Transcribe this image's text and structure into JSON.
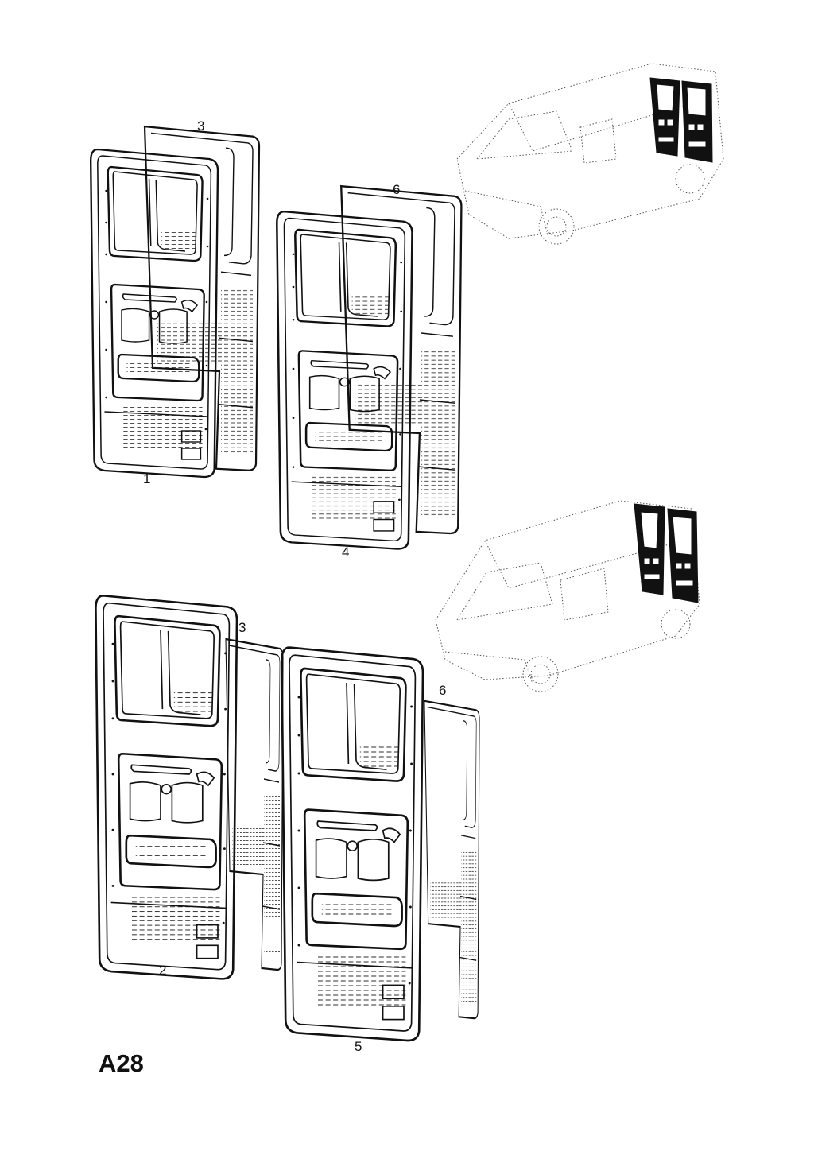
{
  "sheet_code": "A28",
  "callouts": {
    "d1": "1",
    "d2": "2",
    "d3a": "3",
    "d3b": "3",
    "d4": "4",
    "d5": "5",
    "d6a": "6",
    "d6b": "6"
  },
  "icons": {
    "upper_vehicle": "van-rear-doors-icon",
    "lower_vehicle": "van-high-roof-rear-doors-icon"
  }
}
